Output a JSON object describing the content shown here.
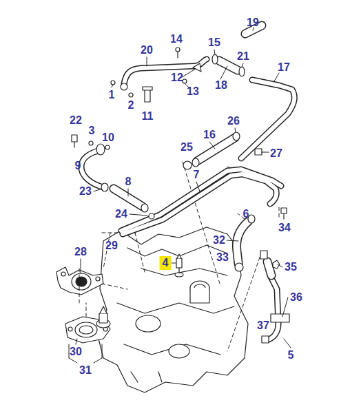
{
  "diagram": {
    "labels": [
      "19",
      "14",
      "15",
      "20",
      "21",
      "17",
      "12",
      "13",
      "1",
      "18",
      "2",
      "11",
      "22",
      "3",
      "10",
      "16",
      "26",
      "25",
      "27",
      "9",
      "7",
      "8",
      "23",
      "6",
      "24",
      "34",
      "29",
      "32",
      "28",
      "33",
      "4",
      "35",
      "36",
      "30",
      "31",
      "37",
      "5"
    ]
  }
}
